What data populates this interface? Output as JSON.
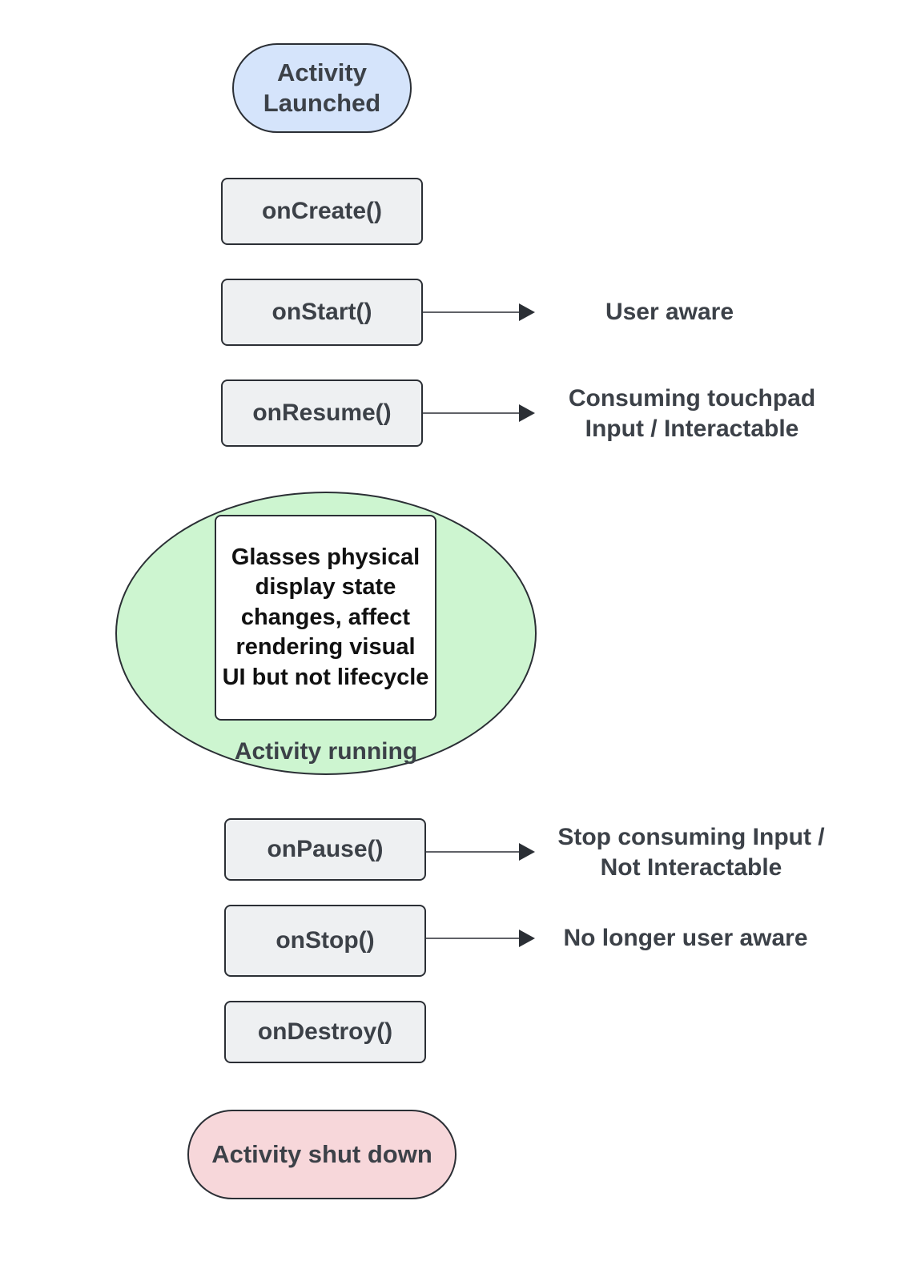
{
  "diagram": {
    "start": "Activity Launched",
    "end": "Activity shut down",
    "steps": [
      {
        "id": "create",
        "label": "onCreate()"
      },
      {
        "id": "start",
        "label": "onStart()",
        "note": "User aware"
      },
      {
        "id": "resume",
        "label": "onResume()",
        "note": "Consuming touchpad Input / Interactable"
      },
      {
        "id": "pause",
        "label": "onPause()",
        "note": "Stop consuming Input / Not Interactable"
      },
      {
        "id": "stop",
        "label": "onStop()",
        "note": "No longer user aware"
      },
      {
        "id": "destroy",
        "label": "onDestroy()"
      }
    ],
    "running": {
      "label": "Activity running",
      "inner": "Glasses physical display state changes, affect rendering visual UI but not lifecycle"
    }
  },
  "colors": {
    "start_fill": "#d5e4fb",
    "end_fill": "#f7d7da",
    "running_fill": "#cdf5d0",
    "step_fill": "#eef0f2",
    "stroke": "#2b2f35",
    "text": "#3c4148"
  }
}
